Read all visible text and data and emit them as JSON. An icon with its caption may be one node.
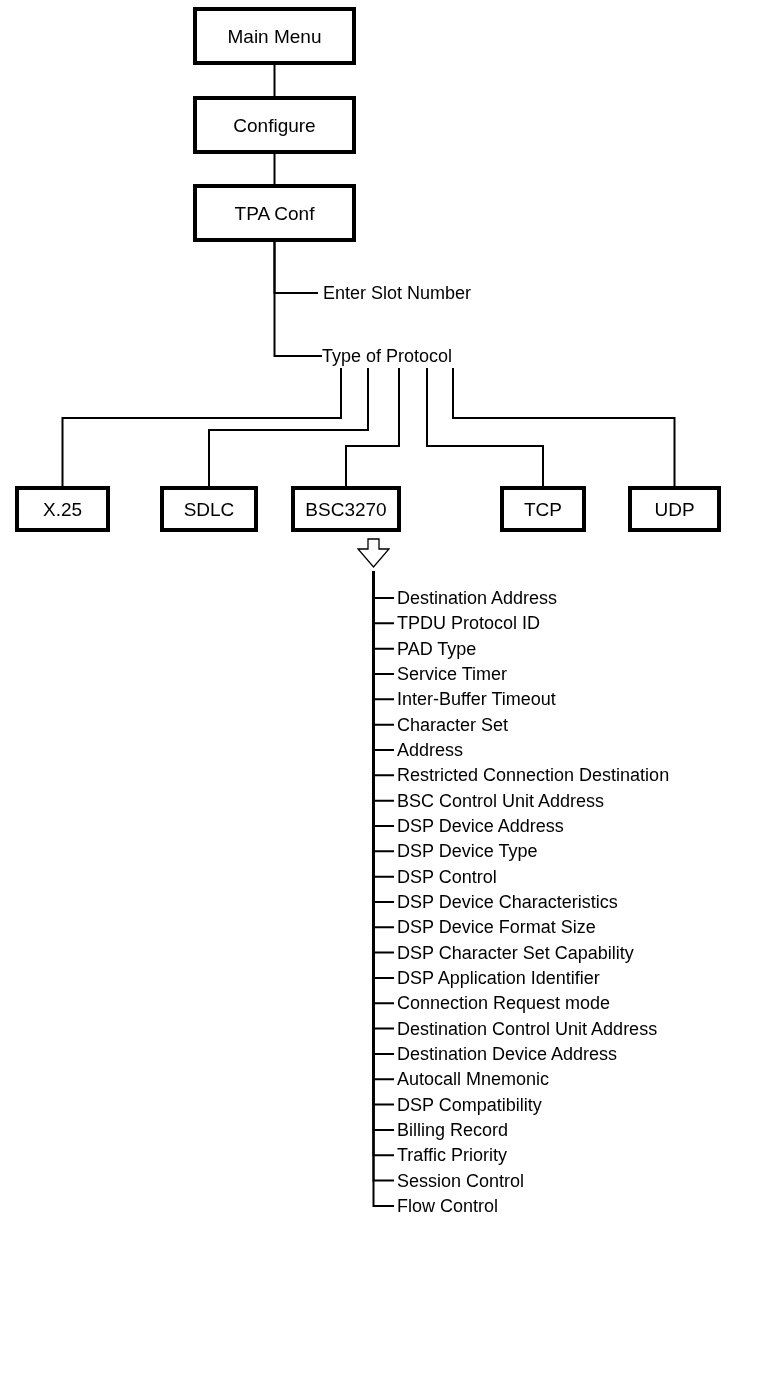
{
  "diagram": {
    "nodes": [
      {
        "text": [
          "Main Menu"
        ]
      },
      {
        "text": [
          "Configure"
        ]
      },
      {
        "text": [
          "TPA Conf"
        ]
      },
      {
        "text": [
          "Enter Slot Number"
        ]
      },
      {
        "text": [
          "Type of Protocol"
        ]
      },
      {
        "text": [
          "X.25"
        ]
      },
      {
        "text": [
          "SDLC"
        ]
      },
      {
        "text": [
          "BSC3270"
        ]
      },
      {
        "text": [
          "TCP"
        ]
      },
      {
        "text": [
          "UDP"
        ]
      },
      {
        "text": [],
        "shape": "arrow"
      },
      {
        "text": [
          "Destination Address"
        ]
      },
      {
        "text": [
          "TPDU Protocol ID"
        ]
      },
      {
        "text": [
          "PAD Type"
        ]
      },
      {
        "text": [
          "Service Timer"
        ]
      },
      {
        "text": [
          "Inter-Buffer Timeout"
        ]
      },
      {
        "text": [
          "Character Set"
        ]
      },
      {
        "text": [
          "Address"
        ]
      },
      {
        "text": [
          "Restricted Connection Destination"
        ]
      },
      {
        "text": [
          "BSC Control Unit Address"
        ]
      },
      {
        "text": [
          "DSP Device Address"
        ]
      },
      {
        "text": [
          "DSP Device Type"
        ]
      },
      {
        "text": [
          "DSP Control"
        ]
      },
      {
        "text": [
          "DSP Device Characteristics"
        ]
      },
      {
        "text": [
          "DSP Device Format Size"
        ]
      },
      {
        "text": [
          "DSP Character Set Capability"
        ]
      },
      {
        "text": [
          "DSP Application Identifier"
        ]
      },
      {
        "text": [
          "Connection Request mode"
        ]
      },
      {
        "text": [
          "Destination Control Unit Address"
        ]
      },
      {
        "text": [
          "Destination Device Address"
        ]
      },
      {
        "text": [
          "Autocall Mnemonic"
        ]
      },
      {
        "text": [
          "DSP Compatibility"
        ]
      },
      {
        "text": [
          "Billing Record"
        ]
      },
      {
        "text": [
          "Traffic Priority"
        ]
      },
      {
        "text": [
          "Session Control"
        ]
      },
      {
        "text": [
          "Flow Control"
        ]
      }
    ],
    "edges": [
      {
        "from": 0,
        "to": 1,
        "arrow": "none"
      },
      {
        "from": 1,
        "to": 2,
        "arrow": "none"
      },
      {
        "from": 2,
        "to": 3,
        "arrow": "none"
      },
      {
        "from": 2,
        "to": 4,
        "arrow": "none"
      },
      {
        "from": 4,
        "to": 5,
        "arrow": "none"
      },
      {
        "from": 4,
        "to": 6,
        "arrow": "none"
      },
      {
        "from": 4,
        "to": 7,
        "arrow": "none"
      },
      {
        "from": 4,
        "to": 8,
        "arrow": "none"
      },
      {
        "from": 4,
        "to": 9,
        "arrow": "none"
      },
      {
        "from": 10,
        "to": 11,
        "arrow": "none"
      },
      {
        "from": 10,
        "to": 12,
        "arrow": "none"
      },
      {
        "from": 10,
        "to": 13,
        "arrow": "none"
      },
      {
        "from": 10,
        "to": 14,
        "arrow": "none"
      },
      {
        "from": 10,
        "to": 15,
        "arrow": "none"
      },
      {
        "from": 10,
        "to": 16,
        "arrow": "none"
      },
      {
        "from": 10,
        "to": 17,
        "arrow": "none"
      },
      {
        "from": 10,
        "to": 18,
        "arrow": "none"
      },
      {
        "from": 10,
        "to": 19,
        "arrow": "none"
      },
      {
        "from": 10,
        "to": 20,
        "arrow": "none"
      },
      {
        "from": 10,
        "to": 21,
        "arrow": "none"
      },
      {
        "from": 10,
        "to": 22,
        "arrow": "none"
      },
      {
        "from": 10,
        "to": 23,
        "arrow": "none"
      },
      {
        "from": 10,
        "to": 24,
        "arrow": "none"
      },
      {
        "from": 10,
        "to": 25,
        "arrow": "none"
      },
      {
        "from": 10,
        "to": 26,
        "arrow": "none"
      },
      {
        "from": 10,
        "to": 27,
        "arrow": "none"
      },
      {
        "from": 10,
        "to": 28,
        "arrow": "none"
      },
      {
        "from": 10,
        "to": 29,
        "arrow": "none"
      },
      {
        "from": 10,
        "to": 30,
        "arrow": "none"
      },
      {
        "from": 10,
        "to": 31,
        "arrow": "none"
      },
      {
        "from": 10,
        "to": 32,
        "arrow": "none"
      },
      {
        "from": 10,
        "to": 33,
        "arrow": "none"
      },
      {
        "from": 10,
        "to": 34,
        "arrow": "none"
      },
      {
        "from": 10,
        "to": 35,
        "arrow": "none"
      }
    ]
  }
}
